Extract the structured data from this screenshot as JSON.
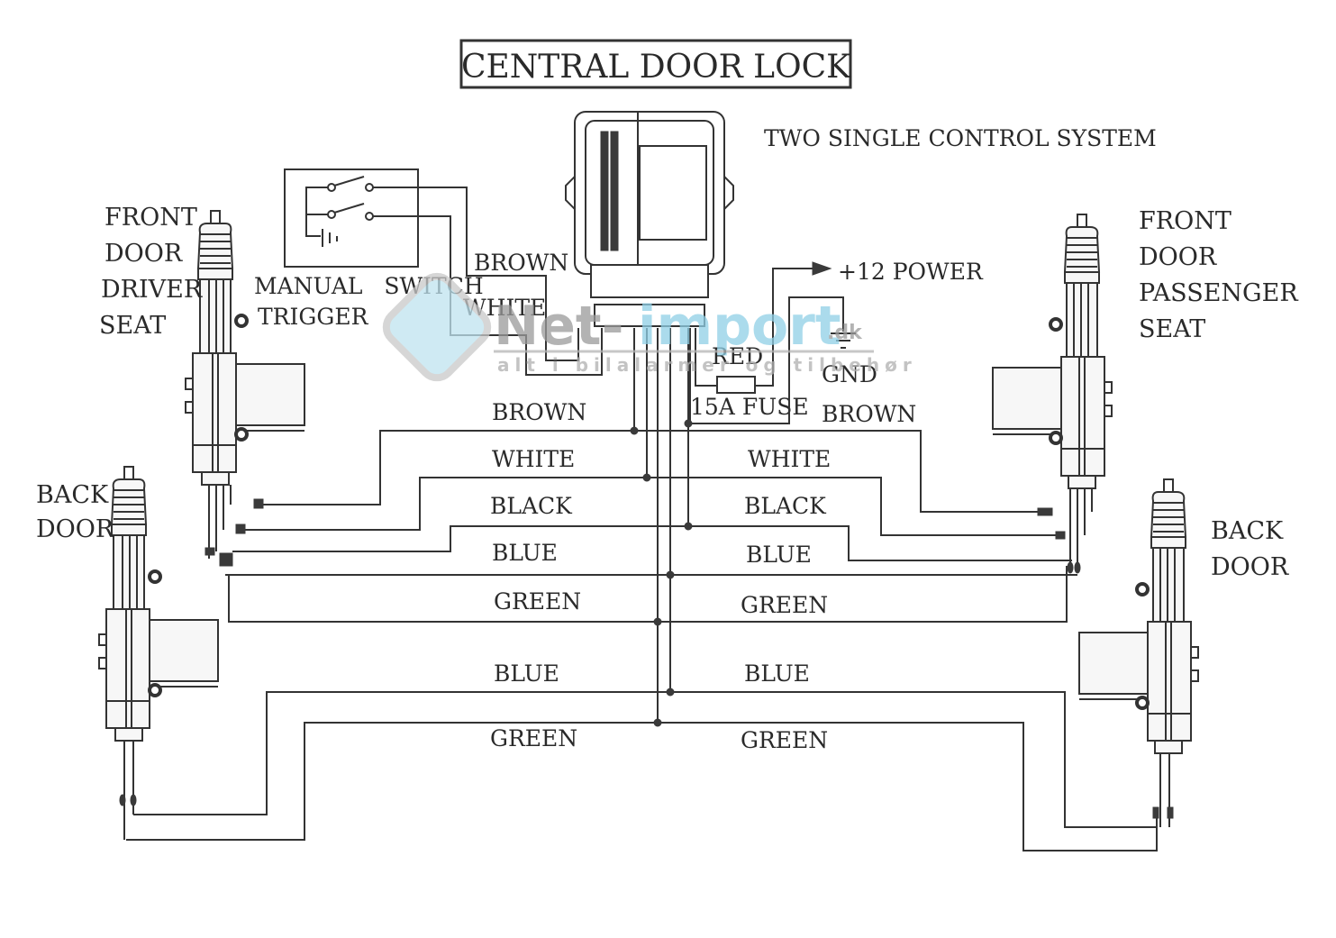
{
  "title": "CENTRAL DOOR LOCK",
  "subtitle": "TWO SINGLE CONTROL SYSTEM",
  "components": {
    "control_unit": "control-module",
    "manual_switch": {
      "line1": "MANUAL   SWITCH",
      "line2": "TRIGGER"
    },
    "power": "+12 POWER",
    "ground": "GND",
    "fuse": "15A FUSE"
  },
  "doors": {
    "front_driver": [
      "FRONT",
      "DOOR",
      "DRIVER",
      "SEAT"
    ],
    "front_passenger": [
      "FRONT",
      "DOOR",
      "PASSENGER",
      "SEAT"
    ],
    "back_left": [
      "BACK",
      "DOOR"
    ],
    "back_right": [
      "BACK",
      "DOOR"
    ]
  },
  "wires": {
    "switch_brown": "BROWN",
    "switch_white": "WHITE",
    "power_red": "RED",
    "ground_brown": "BROWN",
    "left": [
      "BROWN",
      "WHITE",
      "BLACK",
      "BLUE",
      "GREEN",
      "BLUE",
      "GREEN"
    ],
    "right": [
      "WHITE",
      "BLACK",
      "BLUE",
      "GREEN",
      "BLUE",
      "GREEN"
    ]
  },
  "watermark": {
    "brand_part1": "Net-",
    "brand_part2": "import",
    "tld": ".dk",
    "tagline": "alt i bilalarmer og tilbehør"
  }
}
